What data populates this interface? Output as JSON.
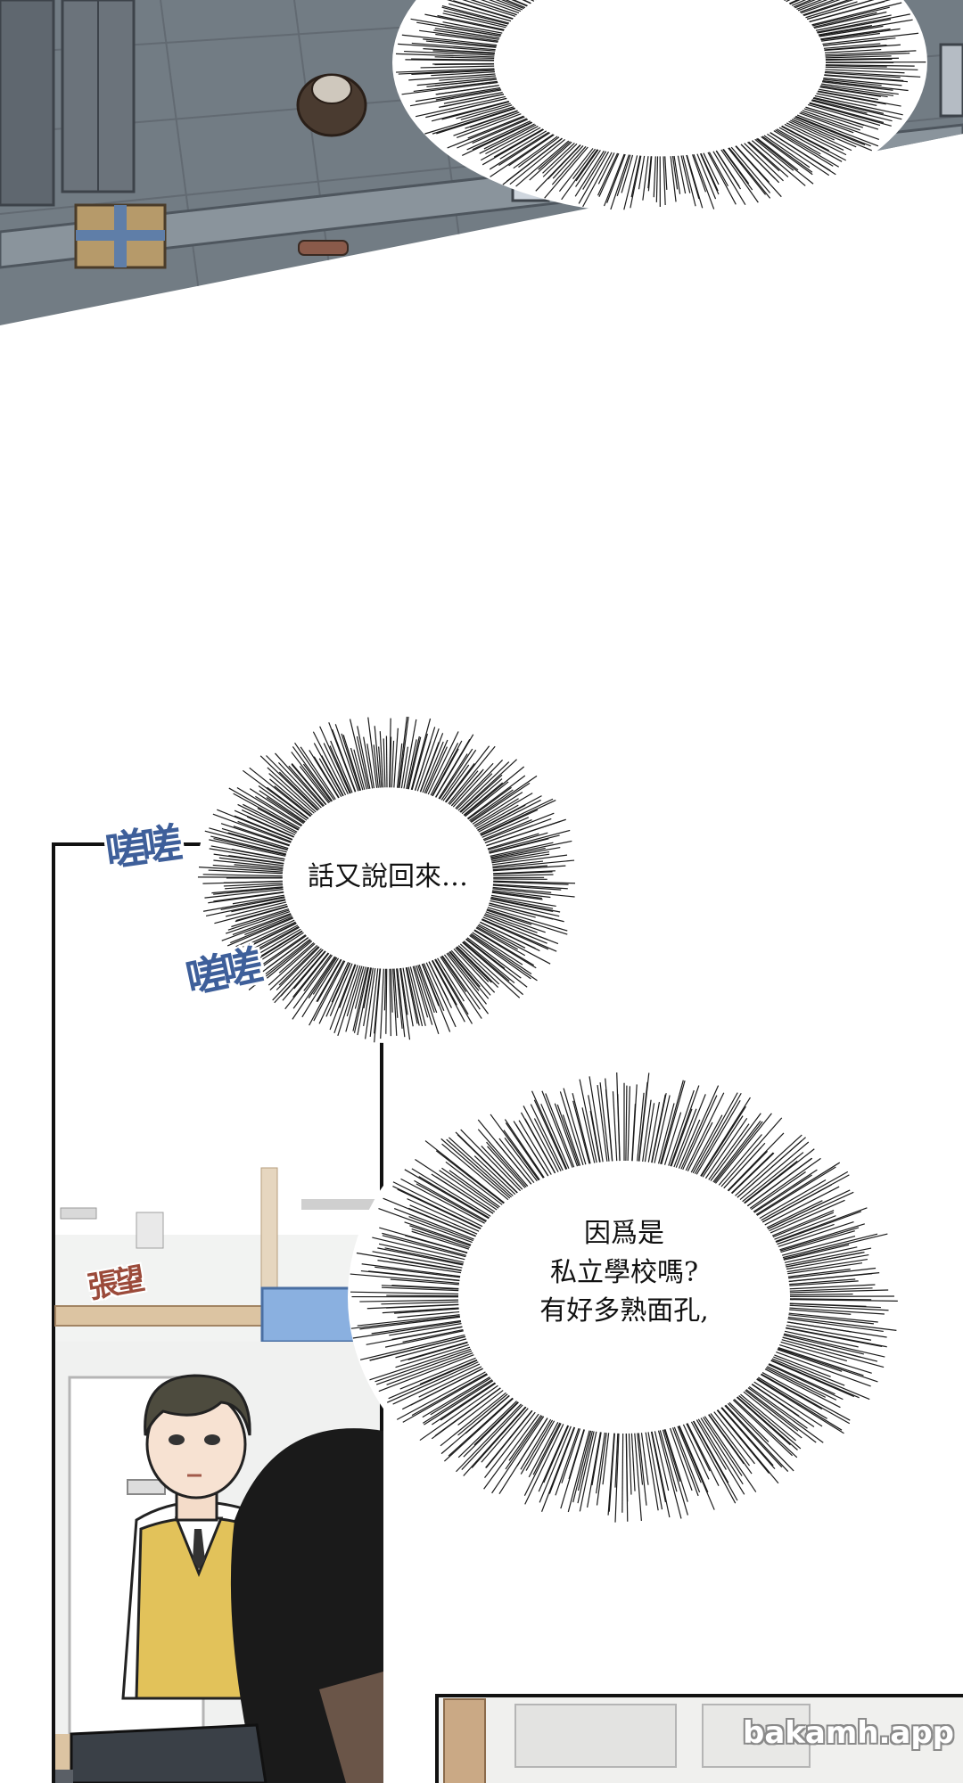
{
  "bubbles": {
    "first": "話又說回來…",
    "second_lines": [
      "因爲是",
      "私立學校嗎?",
      "有好多熟面孔,"
    ]
  },
  "sfx": {
    "chatter_1": "嗟嗟",
    "chatter_2": "嗟嗟",
    "peek": "張望"
  },
  "watermark": "bakamh.app",
  "colors": {
    "sfx_blue": "#3e5f9a",
    "sfx_red": "#9b4a3a",
    "floor": "#6f7880",
    "vest": "#e2c25a"
  }
}
